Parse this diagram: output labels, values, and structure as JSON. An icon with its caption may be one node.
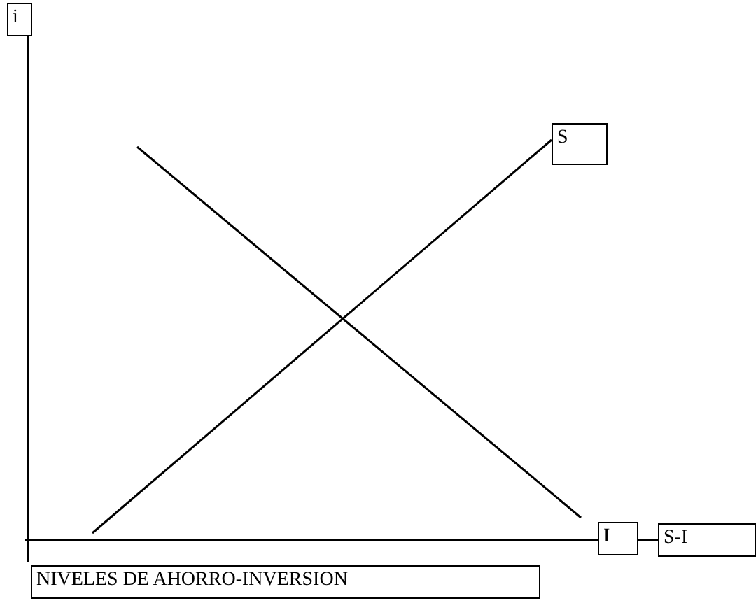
{
  "diagram": {
    "nodes": [
      {
        "text": [
          "i"
        ]
      },
      {
        "text": [
          "S"
        ]
      },
      {
        "text": [
          "I"
        ]
      },
      {
        "text": [
          "S-I"
        ]
      },
      {
        "text": [
          "NIVELES DE AHORRO-INVERSION"
        ]
      }
    ]
  }
}
